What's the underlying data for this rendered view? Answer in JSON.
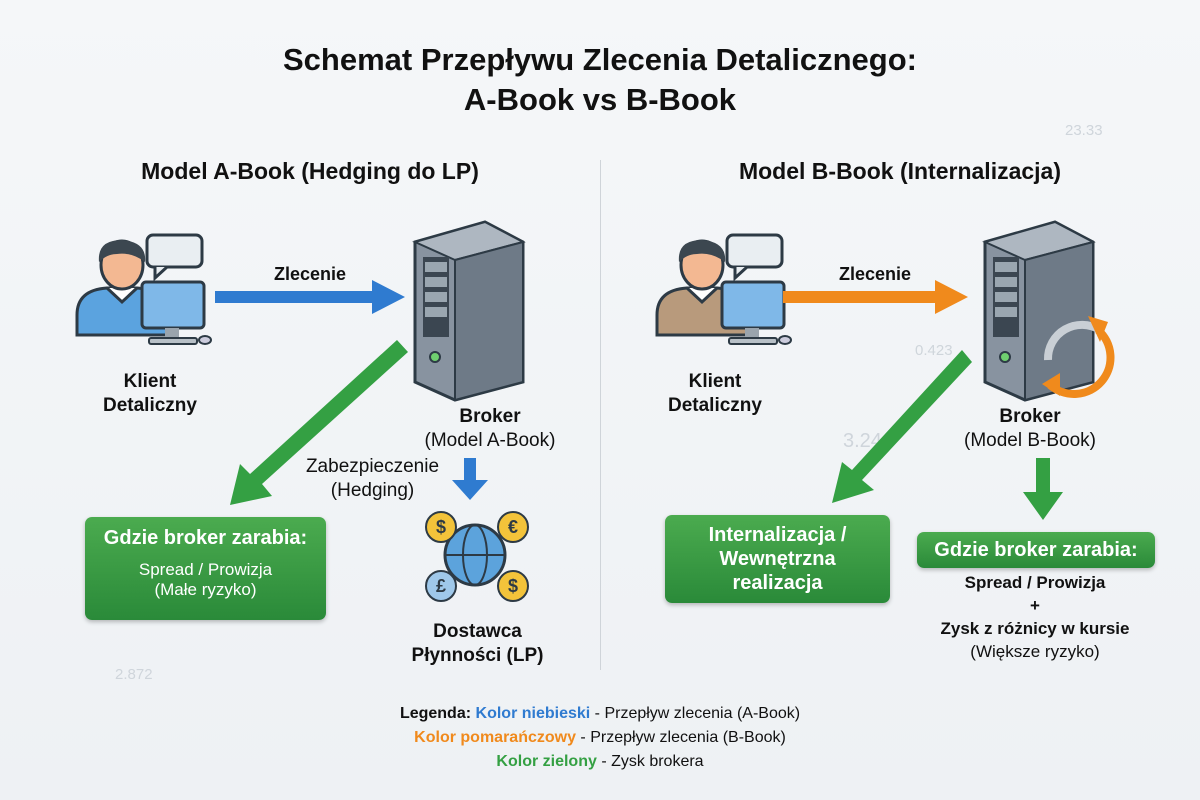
{
  "title": {
    "line1": "Schemat Przepływu Zlecenia Detalicznego:",
    "line2": "A-Book vs B-Book"
  },
  "background_numbers": [
    "23.33",
    "0.423",
    "3.24",
    "2.872"
  ],
  "colors": {
    "blue": "#2f7bd0",
    "orange": "#f08a1c",
    "green": "#34a043"
  },
  "a_book": {
    "header": "Model A-Book (Hedging do LP)",
    "client": [
      "Klient",
      "Detaliczny"
    ],
    "order": "Zlecenie",
    "broker": [
      "Broker",
      "(Model A-Book)"
    ],
    "hedge": [
      "Zabezpieczenie",
      "(Hedging)"
    ],
    "lp": [
      "Dostawca",
      "Płynności (LP)"
    ],
    "profit_box": {
      "title": "Gdzie broker zarabia:",
      "line1": "Spread / Prowizja",
      "line2": "(Małe ryzyko)"
    }
  },
  "b_book": {
    "header": "Model B-Book (Internalizacja)",
    "client": [
      "Klient",
      "Detaliczny"
    ],
    "order": "Zlecenie",
    "broker": [
      "Broker",
      "(Model B-Book)"
    ],
    "internal_box": [
      "Internalizacja /",
      "Wewnętrzna",
      "realizacja"
    ],
    "profit_box": {
      "title": "Gdzie broker zarabia:",
      "line1": "Spread / Prowizja",
      "plus": "+",
      "line2": "Zysk z różnicy w kursie",
      "line3": "(Większe ryzyko)"
    }
  },
  "legend": {
    "label": "Legenda:",
    "blue": "Kolor niebieski",
    "blue_desc": " - Przepływ zlecenia (A-Book)",
    "orange": "Kolor pomarańczowy",
    "orange_desc": " - Przepływ zlecenia (B-Book)",
    "green": "Kolor zielony",
    "green_desc": " - Zysk brokera"
  }
}
